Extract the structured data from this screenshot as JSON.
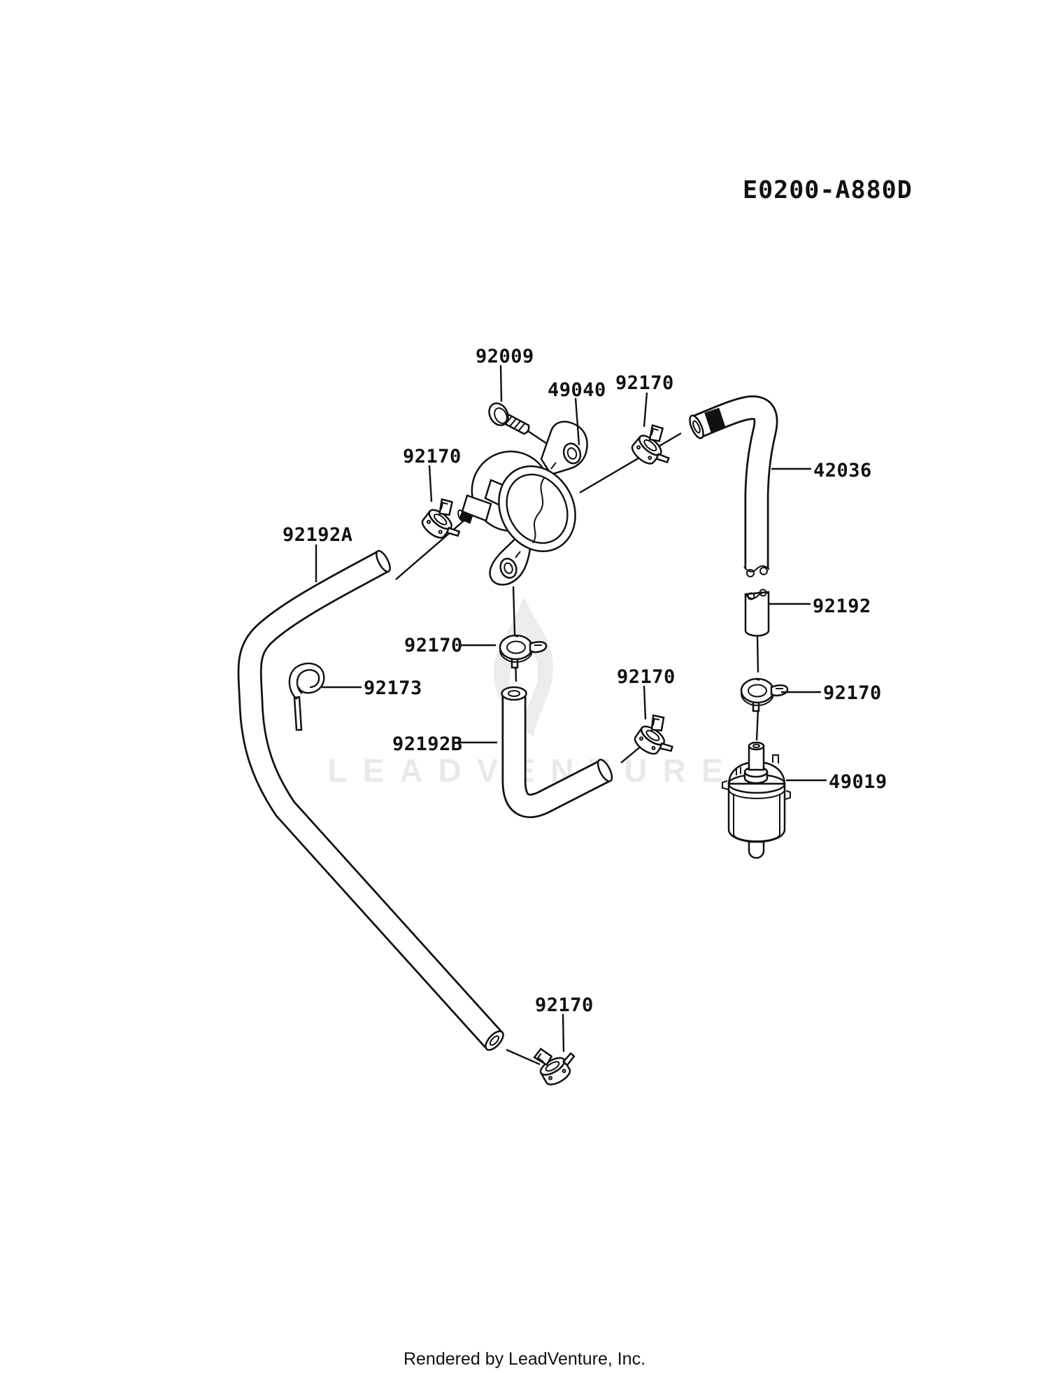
{
  "document": {
    "title": "E0200-A880D",
    "watermark_text": "LEADVENTURE",
    "footer": "Rendered by LeadVenture, Inc."
  },
  "parts": {
    "screw": {
      "number": "92009"
    },
    "fuel_pump": {
      "number": "49040"
    },
    "clamp": {
      "number": "92170"
    },
    "outlet_hose": {
      "number": "42036"
    },
    "hose_a": {
      "number": "92192A"
    },
    "tube": {
      "number": "92192"
    },
    "hook_clip": {
      "number": "92173"
    },
    "hose_b": {
      "number": "92192B"
    },
    "fuel_filter": {
      "number": "49019"
    }
  },
  "colors": {
    "line": "#111111",
    "watermark": "#e9e9e9",
    "background": "#ffffff"
  }
}
